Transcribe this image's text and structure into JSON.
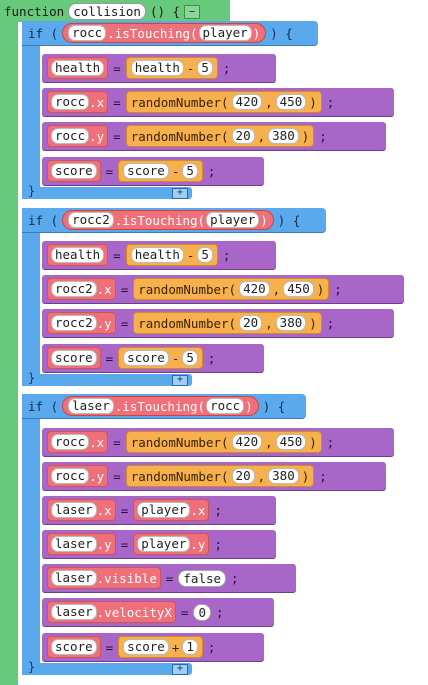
{
  "function_header": {
    "keyword": "function",
    "name": "collision",
    "suffix": "() {",
    "collapse_label": "−"
  },
  "blocks": [
    {
      "if_keyword": "if (",
      "cond_object": "rocc",
      "cond_method": ".isTouching(",
      "cond_arg": "player",
      "cond_close": ")",
      "if_close": ") {",
      "footer_brace": "}",
      "footer_plus": "+",
      "statements": [
        {
          "lhs": "health",
          "lhs_prop": "",
          "rhs_type": "expr",
          "rhs_var": "health",
          "rhs_op": "-",
          "rhs_num": "5"
        },
        {
          "lhs": "rocc",
          "lhs_prop": ".x",
          "rhs_type": "random",
          "rhs_func": "randomNumber(",
          "arg1": "420",
          "arg2": "450"
        },
        {
          "lhs": "rocc",
          "lhs_prop": ".y",
          "rhs_type": "random",
          "rhs_func": "randomNumber(",
          "arg1": "20",
          "arg2": "380"
        },
        {
          "lhs": "score",
          "lhs_prop": "",
          "rhs_type": "expr",
          "rhs_var": "score",
          "rhs_op": "-",
          "rhs_num": "5"
        }
      ]
    },
    {
      "if_keyword": "if (",
      "cond_object": "rocc2",
      "cond_method": ".isTouching(",
      "cond_arg": "player",
      "cond_close": ")",
      "if_close": ") {",
      "footer_brace": "}",
      "footer_plus": "+",
      "statements": [
        {
          "lhs": "health",
          "lhs_prop": "",
          "rhs_type": "expr",
          "rhs_var": "health",
          "rhs_op": "-",
          "rhs_num": "5"
        },
        {
          "lhs": "rocc2",
          "lhs_prop": ".x",
          "rhs_type": "random",
          "rhs_func": "randomNumber(",
          "arg1": "420",
          "arg2": "450"
        },
        {
          "lhs": "rocc2",
          "lhs_prop": ".y",
          "rhs_type": "random",
          "rhs_func": "randomNumber(",
          "arg1": "20",
          "arg2": "380"
        },
        {
          "lhs": "score",
          "lhs_prop": "",
          "rhs_type": "expr",
          "rhs_var": "score",
          "rhs_op": "-",
          "rhs_num": "5"
        }
      ]
    },
    {
      "if_keyword": "if (",
      "cond_object": "laser",
      "cond_method": ".isTouching(",
      "cond_arg": "rocc",
      "cond_close": ")",
      "if_close": ") {",
      "footer_brace": "}",
      "footer_plus": "+",
      "statements": [
        {
          "lhs": "rocc",
          "lhs_prop": ".x",
          "rhs_type": "random",
          "rhs_func": "randomNumber(",
          "arg1": "420",
          "arg2": "450"
        },
        {
          "lhs": "rocc",
          "lhs_prop": ".y",
          "rhs_type": "random",
          "rhs_func": "randomNumber(",
          "arg1": "20",
          "arg2": "380"
        },
        {
          "lhs": "laser",
          "lhs_prop": ".x",
          "rhs_type": "prop",
          "rhs_obj": "player",
          "rhs_prop": ".x"
        },
        {
          "lhs": "laser",
          "lhs_prop": ".y",
          "rhs_type": "prop",
          "rhs_obj": "player",
          "rhs_prop": ".y"
        },
        {
          "lhs": "laser",
          "lhs_prop": ".visible",
          "rhs_type": "literal",
          "rhs_value": "false"
        },
        {
          "lhs": "laser",
          "lhs_prop": ".velocityX",
          "rhs_type": "literal",
          "rhs_value": "0"
        },
        {
          "lhs": "score",
          "lhs_prop": "",
          "rhs_type": "expr",
          "rhs_var": "score",
          "rhs_op": "+",
          "rhs_num": "1"
        }
      ]
    }
  ],
  "common": {
    "assign_op": "=",
    "arg_sep": ",",
    "close_paren": ")",
    "semicolon": ";"
  },
  "colors": {
    "function": "#67c97b",
    "if_block": "#5aa9ec",
    "statement": "#a766c8",
    "variable": "#f0707a",
    "function_call": "#f6b04d"
  }
}
